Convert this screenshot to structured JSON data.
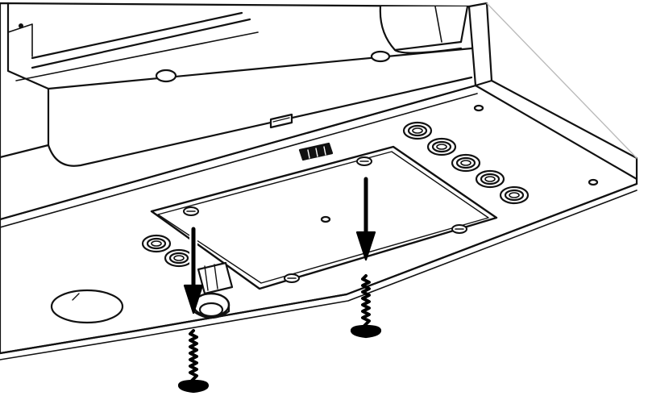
{
  "diagram": {
    "kind": "technical line drawing",
    "colors": {
      "line": "#111111",
      "fill": "#ffffff",
      "shade": "#e9e9e9",
      "arrow": "#000000"
    },
    "parts": [
      "enclosure-body",
      "inner-cavity",
      "terminal-cover-plate",
      "cable-gland-row",
      "cable-gland",
      "knockout-hole",
      "plate-screw-holes",
      "mounting-screws",
      "direction-arrows"
    ],
    "screw_count": 2,
    "arrow_count": 2
  }
}
